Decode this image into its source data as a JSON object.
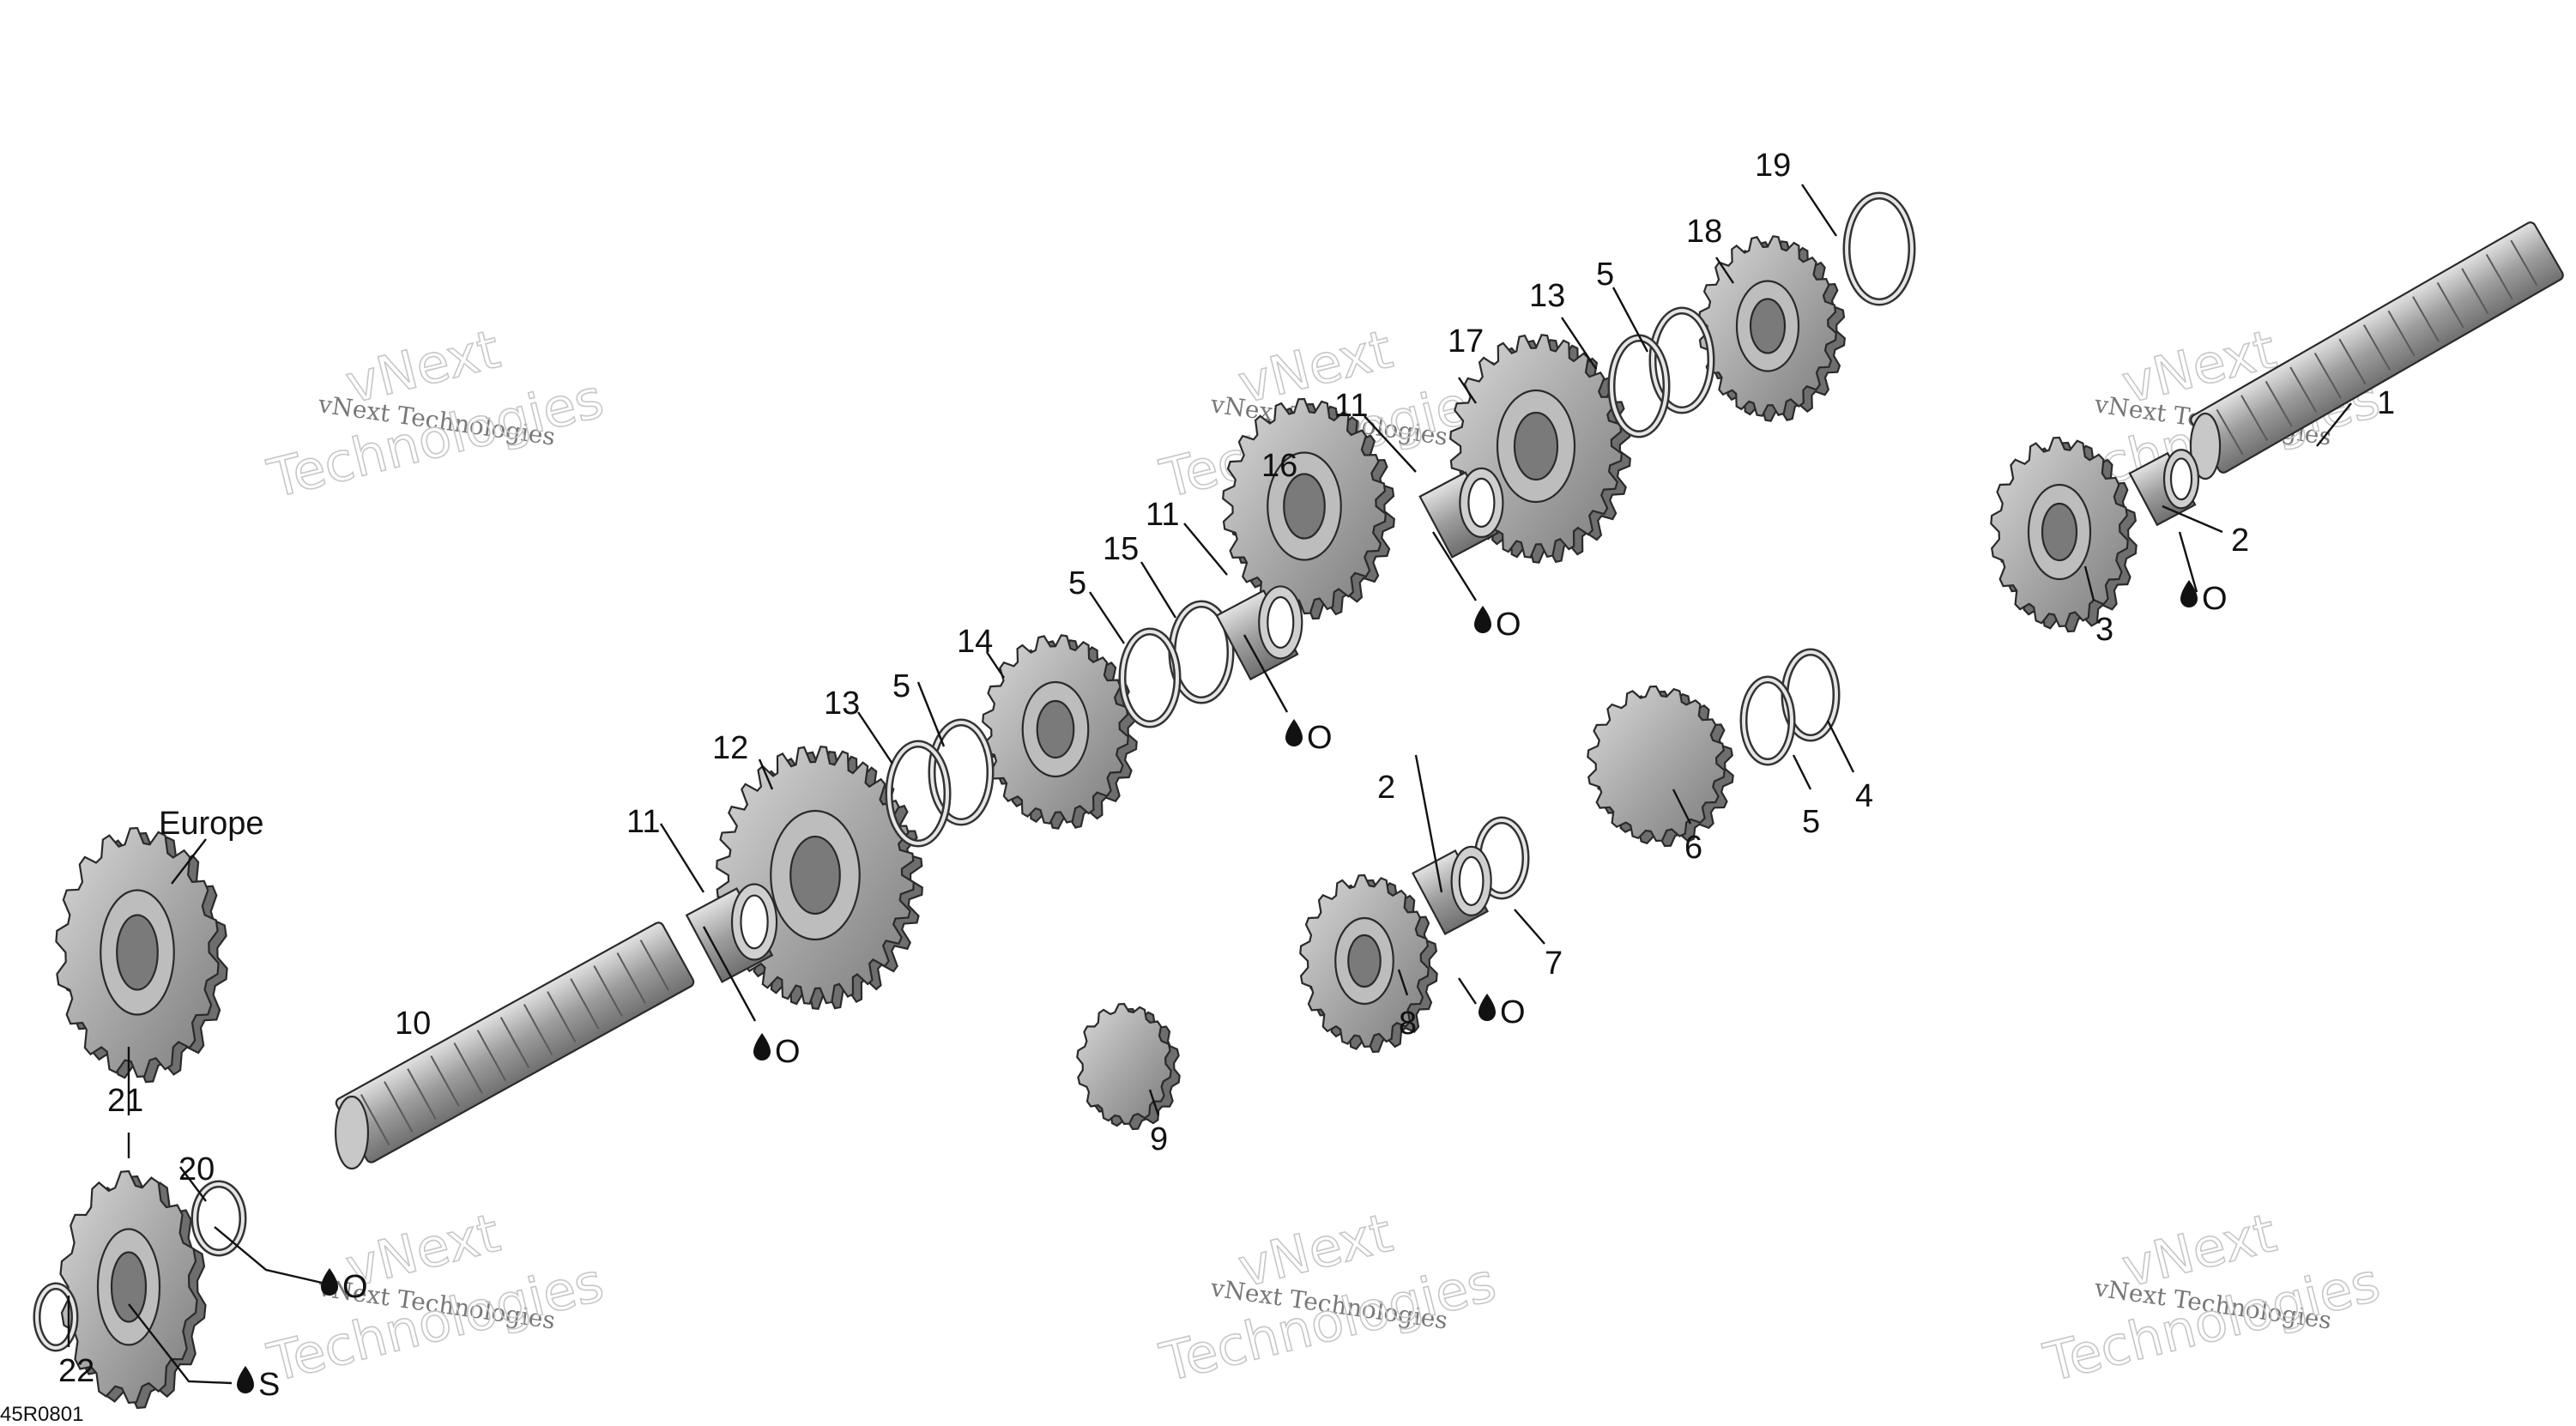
{
  "diagram": {
    "figure_code": "45R0801",
    "variant_label": "Europe",
    "watermark": {
      "line1": "vNext",
      "line2": "vNext Technologies",
      "line3": "Technologies"
    },
    "oil_symbols": {
      "oil": "O",
      "grease": "S"
    },
    "callouts": {
      "c1": "1",
      "c2a": "2",
      "c2b": "2",
      "c3": "3",
      "c4": "4",
      "c5a": "5",
      "c5b": "5",
      "c5c": "5",
      "c5d": "5",
      "c6": "6",
      "c7": "7",
      "c8": "8",
      "c9": "9",
      "c10": "10",
      "c11a": "11",
      "c11b": "11",
      "c11c": "11",
      "c12": "12",
      "c13a": "13",
      "c13b": "13",
      "c14": "14",
      "c15": "15",
      "c16": "16",
      "c17": "17",
      "c18": "18",
      "c19": "19",
      "c20": "20",
      "c21": "21",
      "c22": "22"
    }
  }
}
